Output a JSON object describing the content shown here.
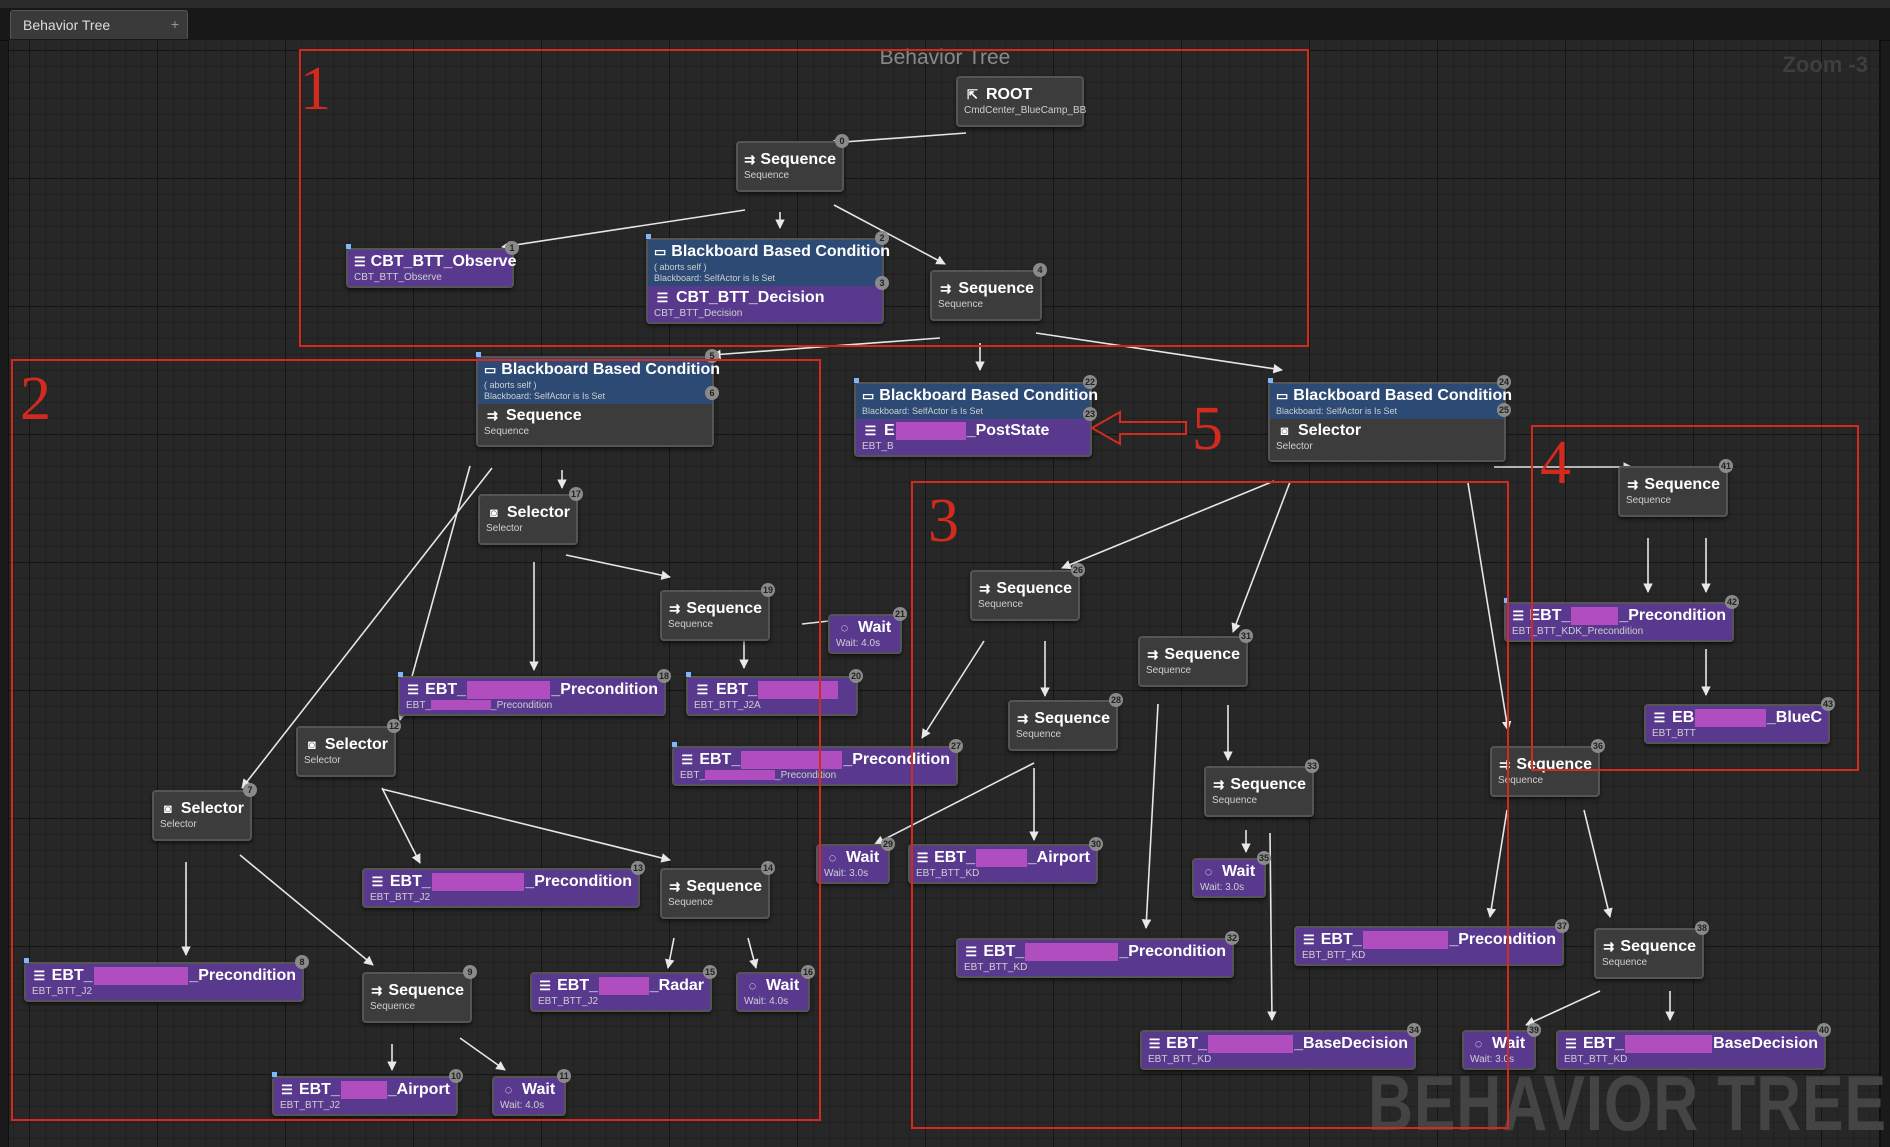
{
  "tab": {
    "label": "Behavior Tree",
    "close": "+"
  },
  "graph": {
    "title": "Behavior Tree",
    "zoom": "Zoom -3",
    "watermark": "BEHAVIOR TREE"
  },
  "regions": [
    "1",
    "2",
    "3",
    "4",
    "5"
  ],
  "nodes": {
    "root": {
      "title": "ROOT",
      "sub": "CmdCenter_BlueCamp_BB"
    },
    "n0": {
      "title": "Sequence",
      "sub": "Sequence",
      "idx": "0"
    },
    "n1": {
      "title": "CBT_BTT_Observe",
      "sub": "CBT_BTT_Observe",
      "idx": "1"
    },
    "n2": {
      "title": "Blackboard Based Condition",
      "sub": "( aborts self )",
      "sub2": "Blackboard: SelfActor is Is Set",
      "idx": "2"
    },
    "n3": {
      "title": "CBT_BTT_Decision",
      "sub": "CBT_BTT_Decision",
      "idx": "3"
    },
    "n4": {
      "title": "Sequence",
      "sub": "Sequence",
      "idx": "4"
    },
    "n5": {
      "title": "Blackboard Based Condition",
      "sub": "( aborts self )",
      "sub2": "Blackboard: SelfActor is Is Set",
      "idx": "5"
    },
    "n6": {
      "title": "Sequence",
      "sub": "Sequence",
      "idx": "6"
    },
    "n7": {
      "title": "Selector",
      "sub": "Selector",
      "idx": "7"
    },
    "n8": {
      "title_a": "EBT_",
      "title_b": "_Precondition",
      "sub": "EBT_BTT_J2",
      "idx": "8"
    },
    "n9": {
      "title": "Sequence",
      "sub": "Sequence",
      "idx": "9"
    },
    "n10": {
      "title_a": "EBT_",
      "title_b": "_Airport",
      "sub": "EBT_BTT_J2",
      "idx": "10"
    },
    "n11": {
      "title": "Wait",
      "sub": "Wait: 4.0s",
      "idx": "11"
    },
    "n12": {
      "title": "Selector",
      "sub": "Selector",
      "idx": "12"
    },
    "n13": {
      "title_a": "EBT_",
      "title_b": "_Precondition",
      "sub": "EBT_BTT_J2",
      "idx": "13"
    },
    "n14": {
      "title": "Sequence",
      "sub": "Sequence",
      "idx": "14"
    },
    "n15": {
      "title_a": "EBT_",
      "title_b": "_Radar",
      "sub": "EBT_BTT_J2",
      "idx": "15"
    },
    "n16": {
      "title": "Wait",
      "sub": "Wait: 4.0s",
      "idx": "16"
    },
    "n17": {
      "title": "Selector",
      "sub": "Selector",
      "idx": "17"
    },
    "n18": {
      "title_a": "EBT_",
      "title_b": "_Precondition",
      "sub_a": "EBT_",
      "sub_b": "_Precondition",
      "idx": "18"
    },
    "n19": {
      "title": "Sequence",
      "sub": "Sequence",
      "idx": "19"
    },
    "n20": {
      "title_a": "EBT_",
      "title_b": "",
      "sub": "EBT_BTT_J2A",
      "idx": "20"
    },
    "n21": {
      "title": "Wait",
      "sub": "Wait: 4.0s",
      "idx": "21"
    },
    "n22": {
      "title": "Blackboard Based Condition",
      "sub": "Blackboard: SelfActor is Is Set",
      "idx": "22"
    },
    "n23": {
      "title_a": "E",
      "title_b": "_PostState",
      "sub": "EBT_B",
      "idx": "23"
    },
    "n24": {
      "title": "Blackboard Based Condition",
      "sub": "Blackboard: SelfActor is Is Set",
      "idx": "24"
    },
    "n25": {
      "title": "Selector",
      "sub": "Selector",
      "idx": "25"
    },
    "n26": {
      "title": "Sequence",
      "sub": "Sequence",
      "idx": "26"
    },
    "n27": {
      "title_a": "EBT_",
      "title_b": "_Precondition",
      "sub_a": "EBT_",
      "sub_b": "_Precondition",
      "idx": "27"
    },
    "n28": {
      "title": "Sequence",
      "sub": "Sequence",
      "idx": "28"
    },
    "n29": {
      "title": "Wait",
      "sub": "Wait: 3.0s",
      "idx": "29"
    },
    "n30": {
      "title_a": "EBT_",
      "title_b": "_Airport",
      "sub": "EBT_BTT_KD",
      "idx": "30"
    },
    "n31": {
      "title": "Sequence",
      "sub": "Sequence",
      "idx": "31"
    },
    "n32": {
      "title_a": "EBT_",
      "title_b": "_Precondition",
      "sub": "EBT_BTT_KD",
      "idx": "32"
    },
    "n33": {
      "title": "Sequence",
      "sub": "Sequence",
      "idx": "33"
    },
    "n34": {
      "title_a": "EBT_",
      "title_b": "_BaseDecision",
      "sub": "EBT_BTT_KD",
      "idx": "34"
    },
    "n35": {
      "title": "Wait",
      "sub": "Wait: 3.0s",
      "idx": "35"
    },
    "n36": {
      "title": "Sequence",
      "sub": "Sequence",
      "idx": "36"
    },
    "n37": {
      "title_a": "EBT_",
      "title_b": "_Precondition",
      "sub": "EBT_BTT_KD",
      "idx": "37"
    },
    "n38": {
      "title": "Sequence",
      "sub": "Sequence",
      "idx": "38"
    },
    "n39": {
      "title": "Wait",
      "sub": "Wait: 3.0s",
      "idx": "39"
    },
    "n40": {
      "title_a": "EBT_",
      "title_b": "BaseDecision",
      "sub": "EBT_BTT_KD",
      "idx": "40"
    },
    "n41": {
      "title": "Sequence",
      "sub": "Sequence",
      "idx": "41"
    },
    "n42": {
      "title_a": "EBT_",
      "title_b": "_Precondition",
      "sub": "EBT_BTT_KDK_Precondition",
      "idx": "42"
    },
    "n43": {
      "title_a": "EB",
      "title_b": "_BlueC",
      "sub": "EBT_BTT",
      "idx": "43"
    }
  },
  "colors": {
    "decorator": "#2c4a74",
    "task": "#58398e",
    "composite": "#3c3c3c",
    "annotation": "#d32a20",
    "redaction": "#b04ec0"
  }
}
